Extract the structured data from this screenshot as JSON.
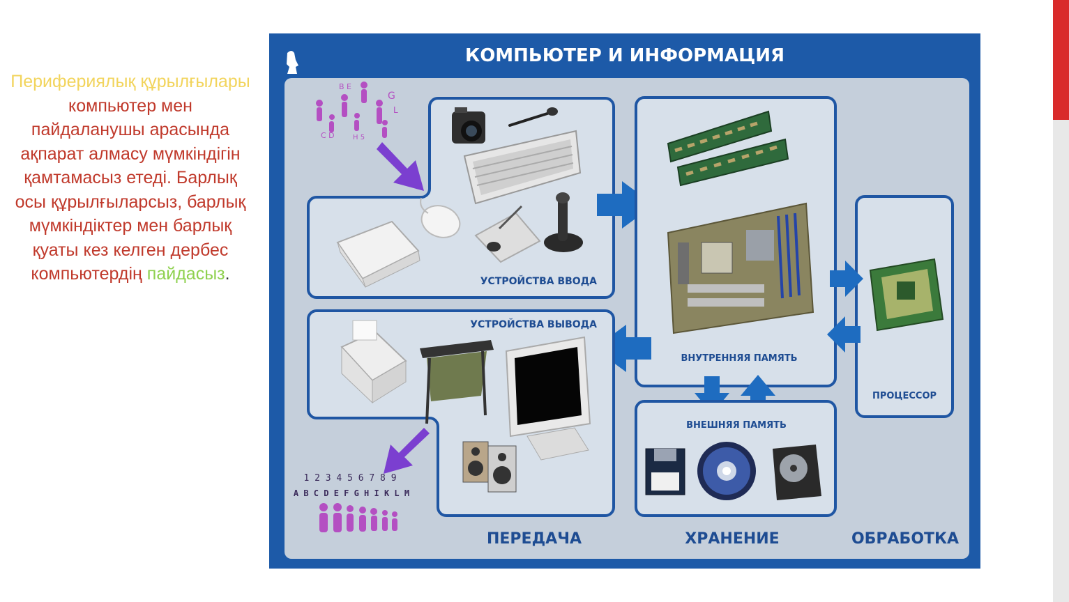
{
  "left_panel": {
    "heading": "Перифериялық құрылғылары",
    "body": "компьютер мен пайдаланушы арасында ақпарат алмасу мүмкіндігін қамтамасыз етеді. Барлық осы құрылғыларсыз, барлық мүмкіндіктер мен барлық қуаты кез келген дербес компьютердің",
    "highlight": "пайдасыз",
    "end": "."
  },
  "poster": {
    "title": "КОМПЬЮТЕР И ИНФОРМАЦИЯ",
    "input_label": "УСТРОЙСТВА ВВОДА",
    "output_label": "УСТРОЙСТВА ВЫВОДА",
    "internal_memory_label": "ВНУТРЕННЯЯ ПАМЯТЬ",
    "external_memory_label": "ВНЕШНЯЯ ПАМЯТЬ",
    "processor_label": "ПРОЦЕССОР",
    "transfer_label": "ПЕРЕДАЧА",
    "storage_label": "ХРАНЕНИЕ",
    "processing_label": "ОБРАБОТКА",
    "digits": "1 2 3 4 5 6 7 8 9",
    "letters": "A B C D E F G H I K L M"
  },
  "colors": {
    "frame": "#1d5aa8",
    "panel": "#c5cfdb",
    "box": "#d7e0ea",
    "box_border": "#1f56a3",
    "label": "#1e4c92",
    "arrow_blue": "#1e6cc0",
    "arrow_purple": "#8a3fd1",
    "left_text": "#c0392b",
    "left_heading": "#f2d45c",
    "left_highlight": "#8fd14f",
    "accent_red": "#d92b2b"
  }
}
